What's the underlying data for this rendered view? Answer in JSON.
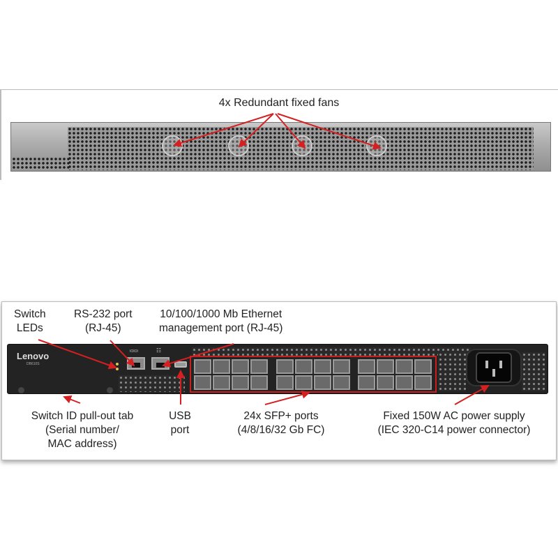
{
  "top_view": {
    "fans_label": "4x Redundant fixed fans"
  },
  "bottom_view": {
    "brand": "Lenovo",
    "model": "DB610S",
    "labels": {
      "switch_leds": [
        "Switch",
        "LEDs"
      ],
      "rs232": [
        "RS-232 port",
        "(RJ-45)"
      ],
      "ethernet": [
        "10/100/1000 Mb Ethernet",
        "management port (RJ-45)"
      ],
      "pullout_tab": [
        "Switch ID pull-out tab",
        "(Serial number/",
        "MAC address)"
      ],
      "usb": [
        "USB",
        "port"
      ],
      "sfp": [
        "24x SFP+ ports",
        "(4/8/16/32 Gb FC)"
      ],
      "power": [
        "Fixed 150W AC power supply",
        "(IEC 320-C14 power connector)"
      ]
    },
    "port_icons": {
      "serial": "IOIOI",
      "network": "network-icon"
    }
  },
  "colors": {
    "arrow": "#d42020",
    "highlight": "#c8201e"
  }
}
